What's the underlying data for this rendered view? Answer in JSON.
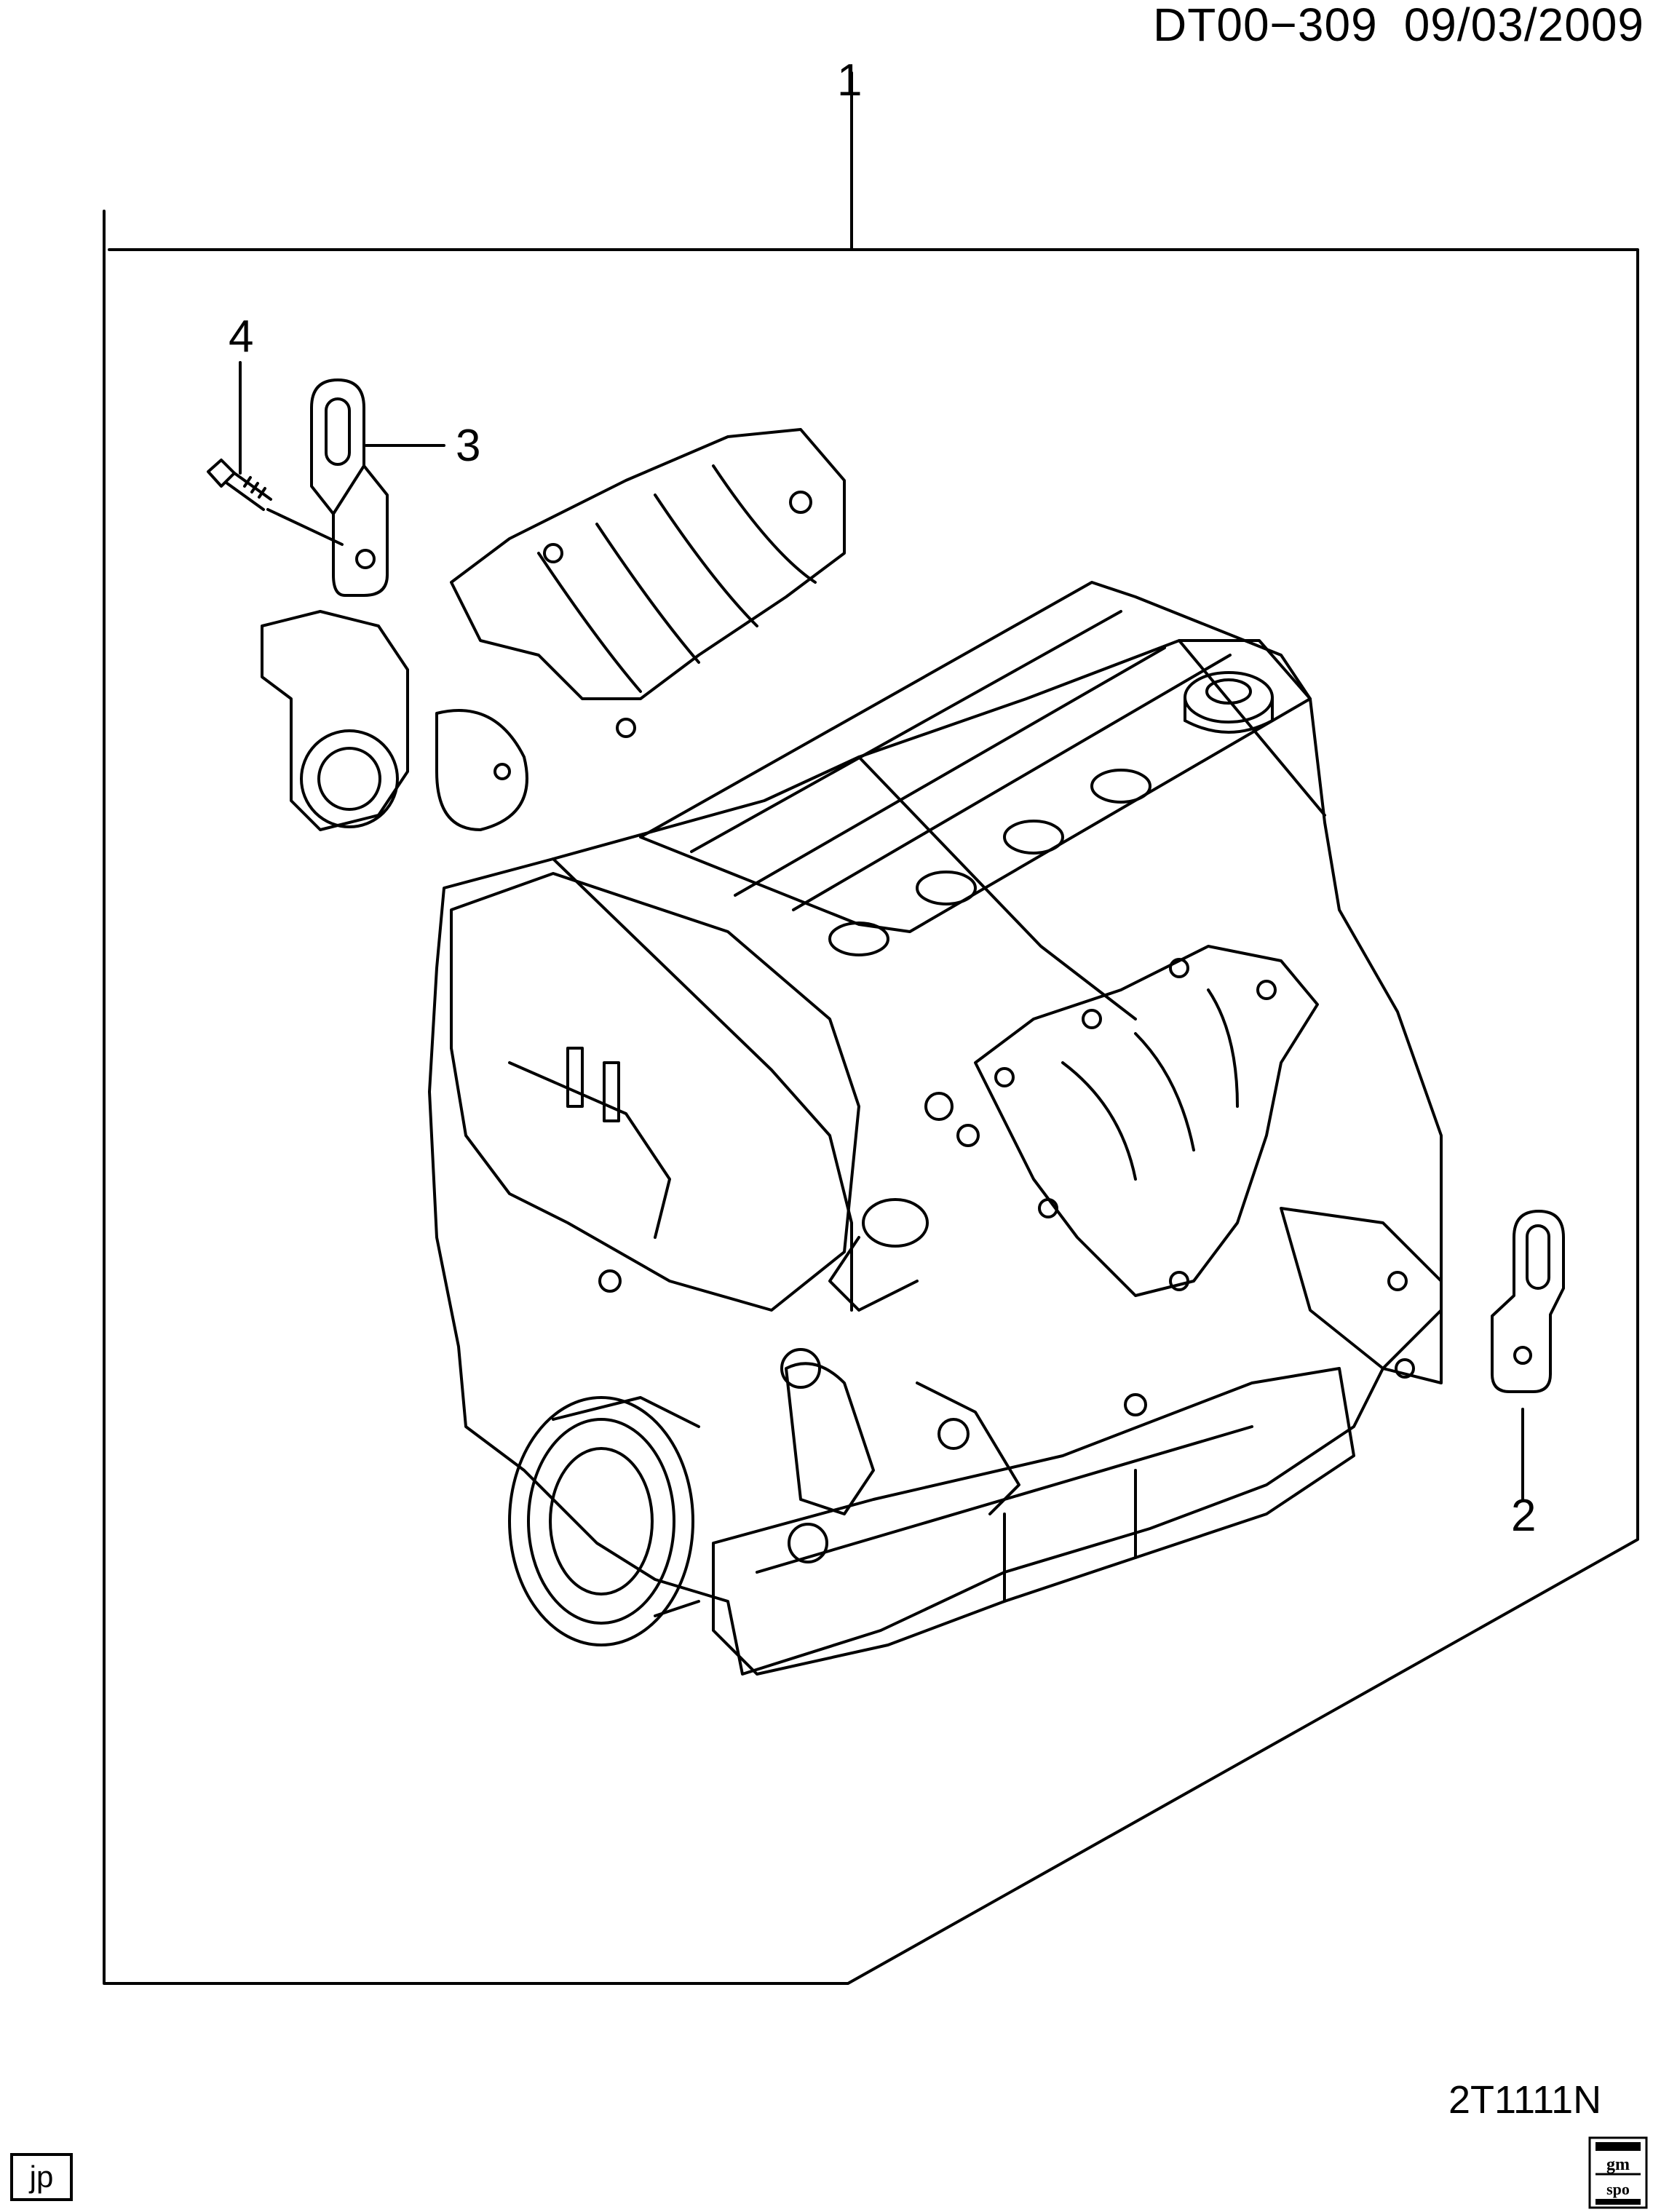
{
  "header": {
    "diagram_code": "DT00−309",
    "date": "09/03/2009"
  },
  "callouts": [
    {
      "id": "1",
      "label": "1"
    },
    {
      "id": "2",
      "label": "2"
    },
    {
      "id": "3",
      "label": "3"
    },
    {
      "id": "4",
      "label": "4"
    }
  ],
  "footer": {
    "reference_code": "2T1111N",
    "language_tag": "jp",
    "logo_text_top": "gm",
    "logo_text_bottom": "spo"
  }
}
